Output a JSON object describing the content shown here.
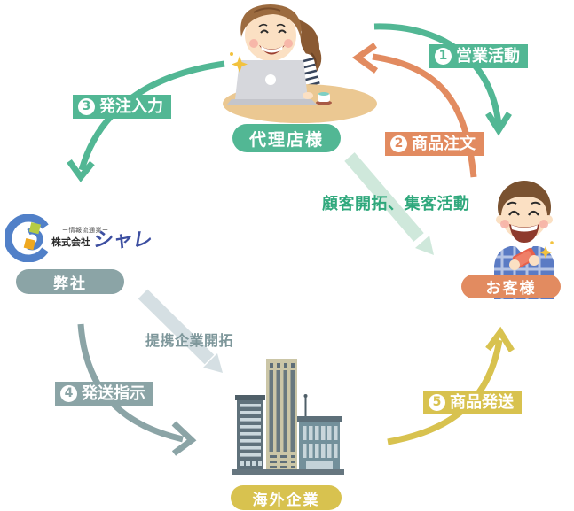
{
  "colors": {
    "green": "#52B794",
    "orange": "#E28B60",
    "gray": "#8BA4A6",
    "yellow": "#D8C24F",
    "light_green": "#CFE8DB",
    "light_gray": "#D5DFE3",
    "green_text": "#2FA87C",
    "gray_text": "#7E979B"
  },
  "nodes": {
    "agency": {
      "label": "代理店様"
    },
    "our_company": {
      "label": "弊社"
    },
    "customer": {
      "label": "お客様"
    },
    "overseas": {
      "label": "海外企業"
    }
  },
  "steps": [
    {
      "num": "1",
      "label": "営業活動"
    },
    {
      "num": "2",
      "label": "商品注文"
    },
    {
      "num": "3",
      "label": "発注入力"
    },
    {
      "num": "4",
      "label": "発送指示"
    },
    {
      "num": "5",
      "label": "商品発送"
    }
  ],
  "annotations": {
    "customer_development": "顧客開拓、集客活動",
    "partner_development": "提携企業開拓"
  },
  "logo": {
    "industry": "ー情報流通業ー",
    "company_prefix": "株式会社",
    "company_name": "シャレ"
  },
  "icons": {
    "agency_illustration": "woman-at-laptop",
    "customer_illustration": "man-with-smartphone",
    "overseas_illustration": "office-buildings",
    "logo_mark": "blue-swirl-with-cubes"
  }
}
